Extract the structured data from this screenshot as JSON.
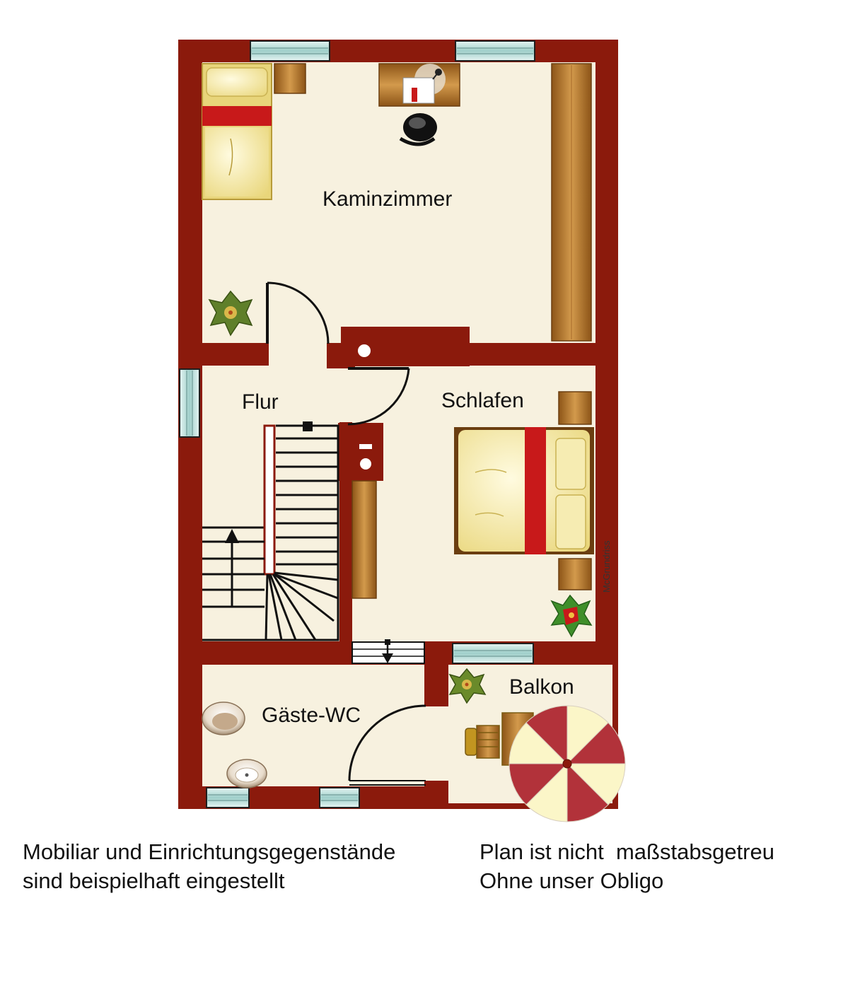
{
  "rooms": {
    "kaminzimmer": "Kaminzimmer",
    "flur": "Flur",
    "schlafen": "Schlafen",
    "gaeste_wc": "Gäste-WC",
    "balkon": "Balkon"
  },
  "credit": "McGrundriss",
  "notes": {
    "left_line1": "Mobiliar und Einrichtungsgegenstände",
    "left_line2": "sind beispielhaft eingestellt",
    "right_line1": "Plan ist nicht  maßstabsgetreu",
    "right_line2": "Ohne unser Obligo"
  },
  "colors": {
    "wall": "#8b1a0c",
    "floor": "#f7f1df",
    "wood": "#b8762c",
    "bed_linen": "#f4e7a0",
    "bed_accent": "#c8191a",
    "window_glass": "#c9e6e3"
  }
}
